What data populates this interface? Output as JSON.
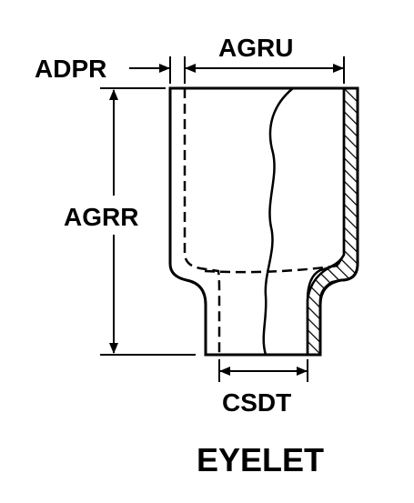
{
  "diagram": {
    "title": "EYELET",
    "dimensions": {
      "adpr": "ADPR",
      "agru": "AGRU",
      "agrr": "AGRR",
      "csdt": "CSDT"
    },
    "line_color": "#000000",
    "background": "#ffffff"
  }
}
